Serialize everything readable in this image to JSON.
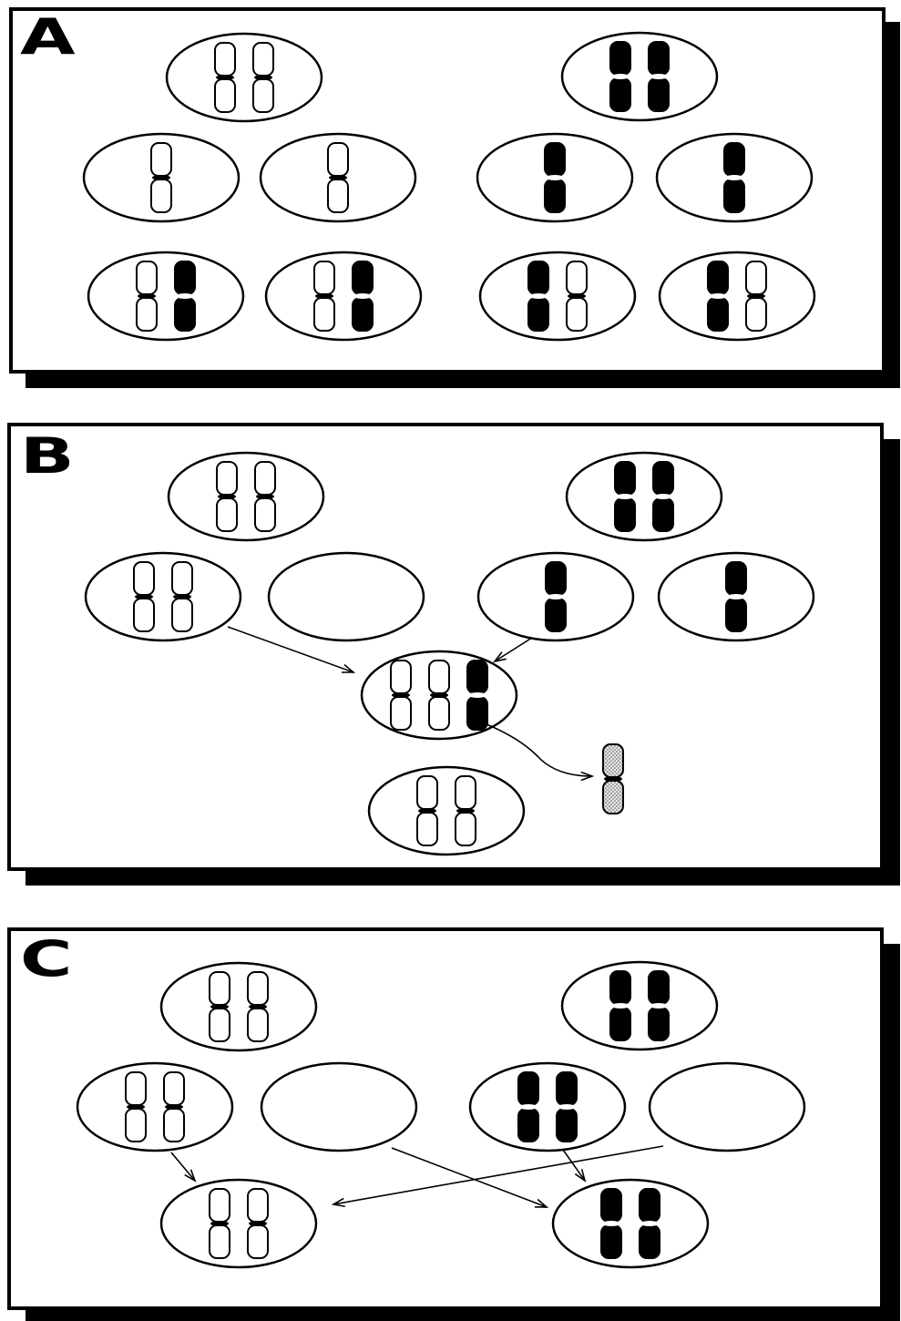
{
  "colors": {
    "ink": "#000000",
    "paper": "#ffffff",
    "transferred": "#c8c8c8"
  },
  "panels": [
    {
      "id": "A",
      "letter": "A"
    },
    {
      "id": "B",
      "letter": "B"
    },
    {
      "id": "C",
      "letter": "C"
    }
  ]
}
